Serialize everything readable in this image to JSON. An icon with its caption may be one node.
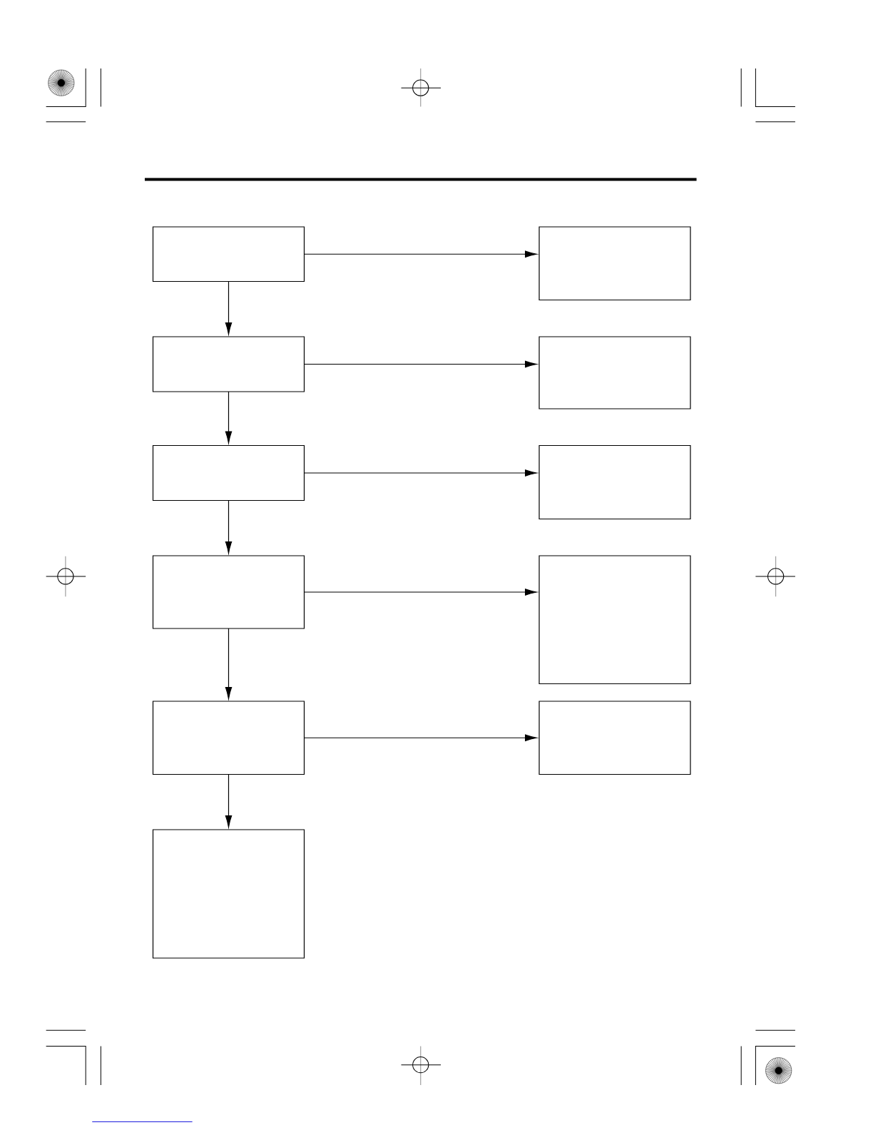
{
  "diagram": {
    "nodes": [
      {
        "text": [],
        "shape": "box"
      },
      {
        "text": [],
        "shape": "box"
      },
      {
        "text": [],
        "shape": "box"
      },
      {
        "text": [],
        "shape": "box"
      },
      {
        "text": [],
        "shape": "box"
      },
      {
        "text": [],
        "shape": "box"
      },
      {
        "text": [],
        "shape": "box"
      },
      {
        "text": [],
        "shape": "box"
      },
      {
        "text": [],
        "shape": "box"
      },
      {
        "text": [],
        "shape": "box"
      },
      {
        "text": [],
        "shape": "box"
      }
    ],
    "edges": [
      {
        "from": 0,
        "to": 1,
        "arrow": "to"
      },
      {
        "from": 0,
        "to": 2,
        "arrow": "to"
      },
      {
        "from": 2,
        "to": 3,
        "arrow": "to"
      },
      {
        "from": 2,
        "to": 4,
        "arrow": "to"
      },
      {
        "from": 4,
        "to": 5,
        "arrow": "to"
      },
      {
        "from": 4,
        "to": 6,
        "arrow": "to"
      },
      {
        "from": 6,
        "to": 7,
        "arrow": "to"
      },
      {
        "from": 6,
        "to": 8,
        "arrow": "to"
      },
      {
        "from": 8,
        "to": 9,
        "arrow": "to"
      },
      {
        "from": 8,
        "to": 10,
        "arrow": "to"
      }
    ]
  }
}
